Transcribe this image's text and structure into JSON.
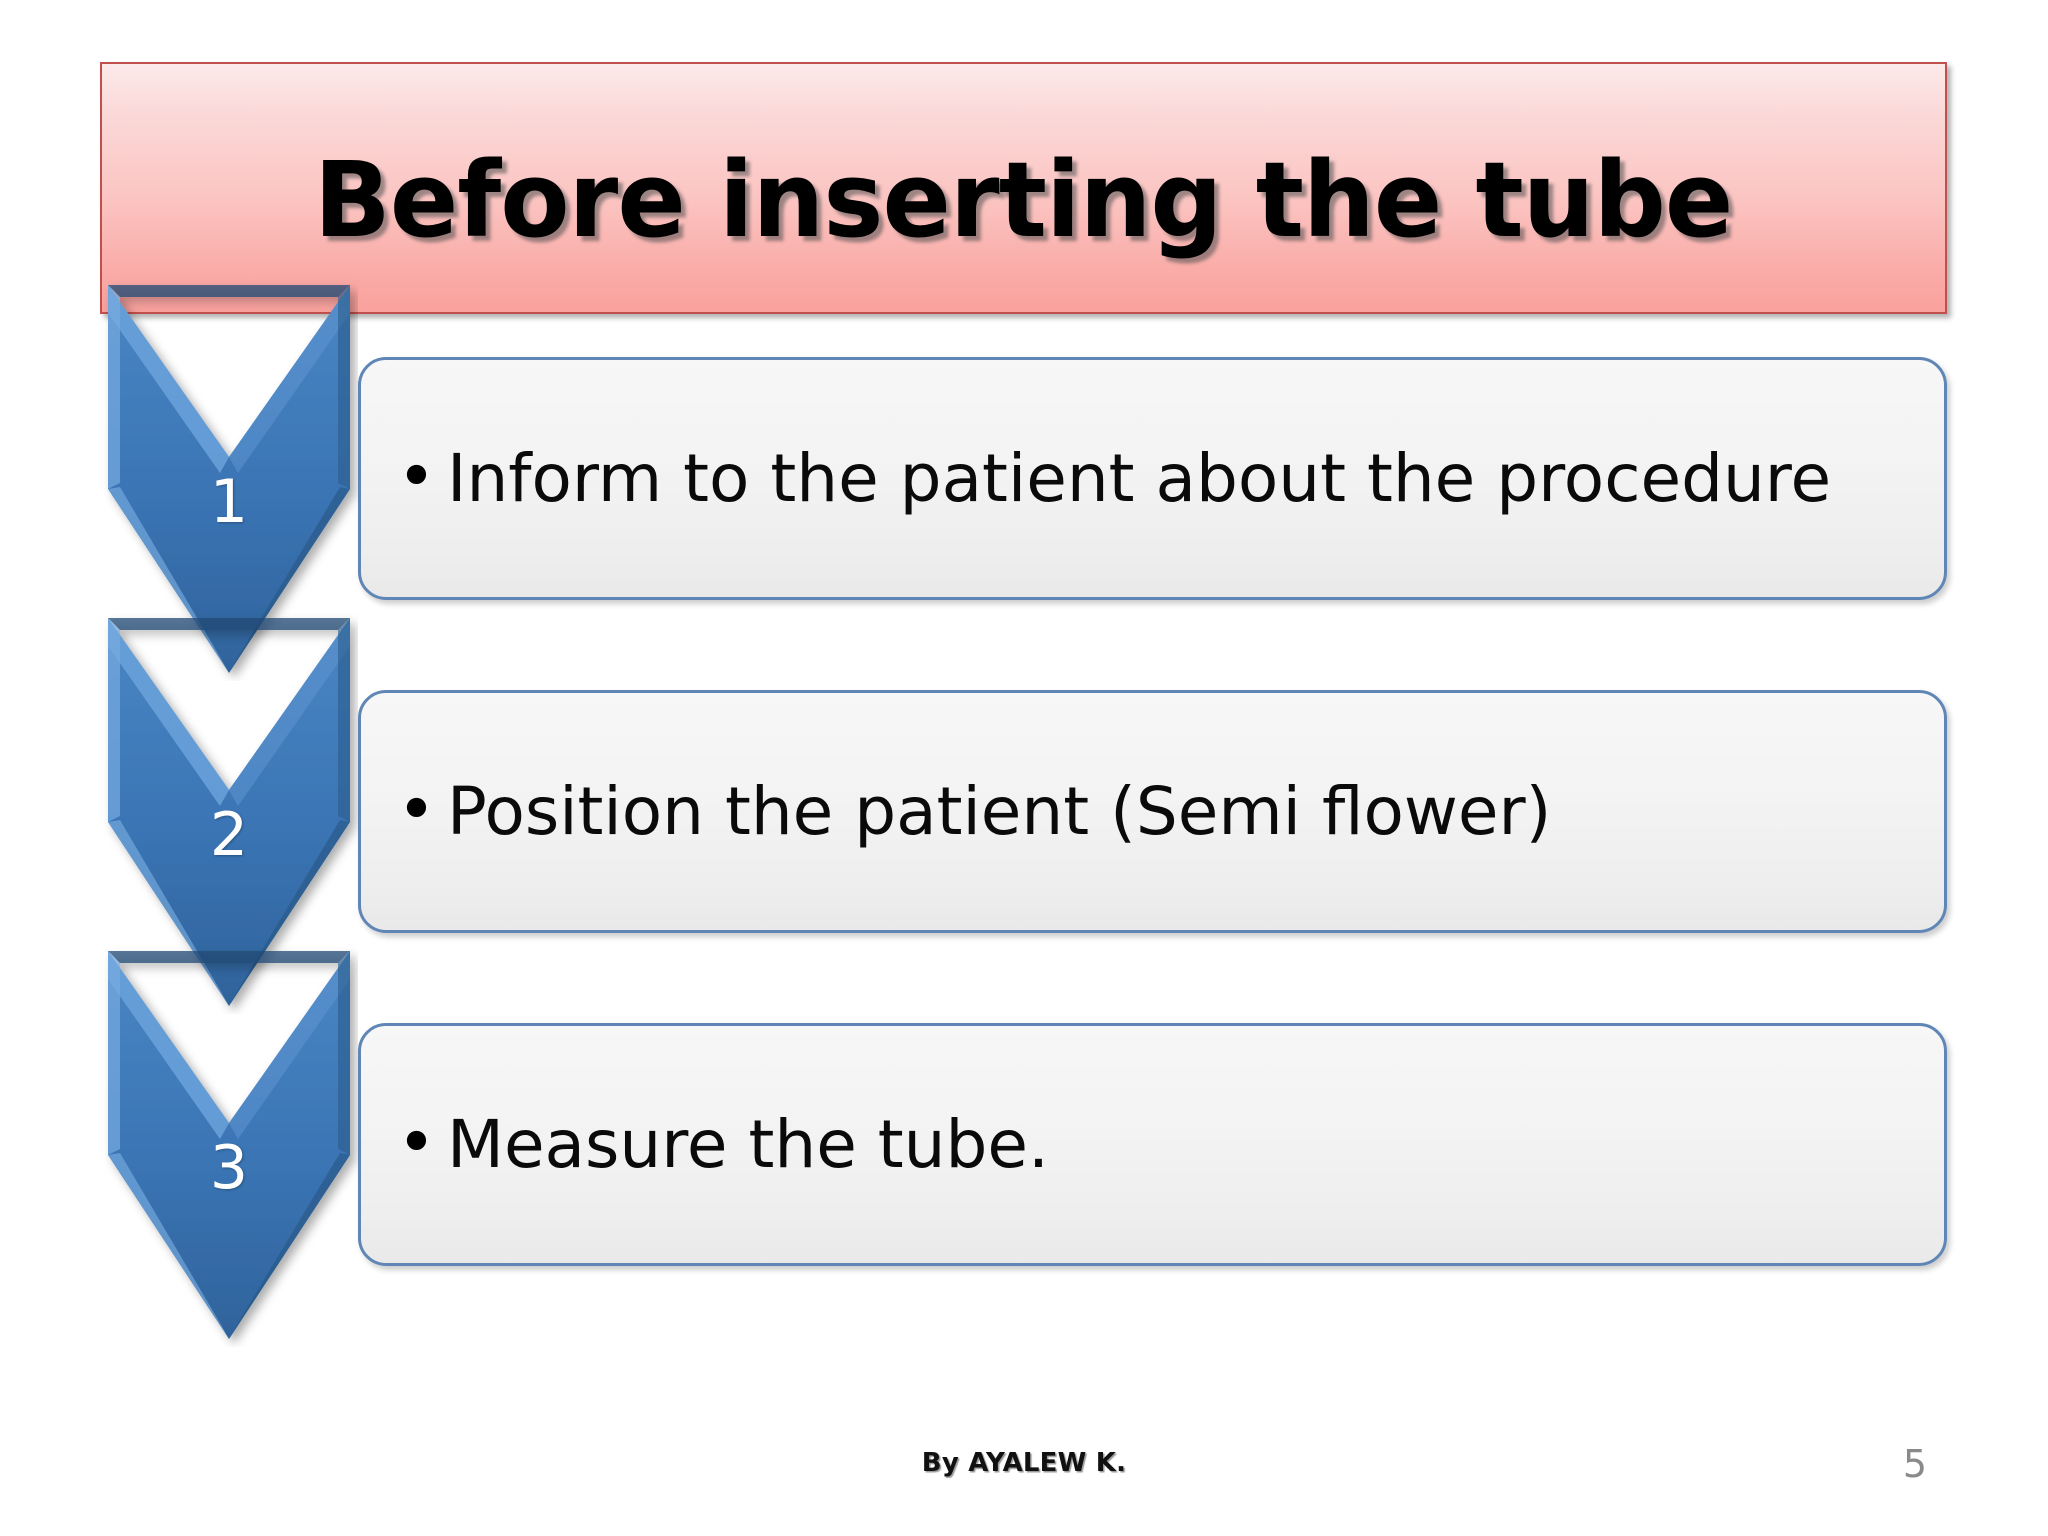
{
  "slide": {
    "title": "Before inserting the tube",
    "accent_pink": "#f9a19d",
    "accent_pink_border": "#c0504d",
    "accent_blue": "#3a74b4",
    "box_border_blue": "#5f86b5",
    "box_fill": "#f2f2f2"
  },
  "steps": [
    {
      "number": "1",
      "bullets": [
        "Inform to the patient about the procedure"
      ]
    },
    {
      "number": "2",
      "bullets": [
        "Position the patient (Semi flower)"
      ]
    },
    {
      "number": "3",
      "bullets": [
        "Measure the tube."
      ]
    }
  ],
  "footer": {
    "author": "By AYALEW K.",
    "page_number": "5"
  }
}
